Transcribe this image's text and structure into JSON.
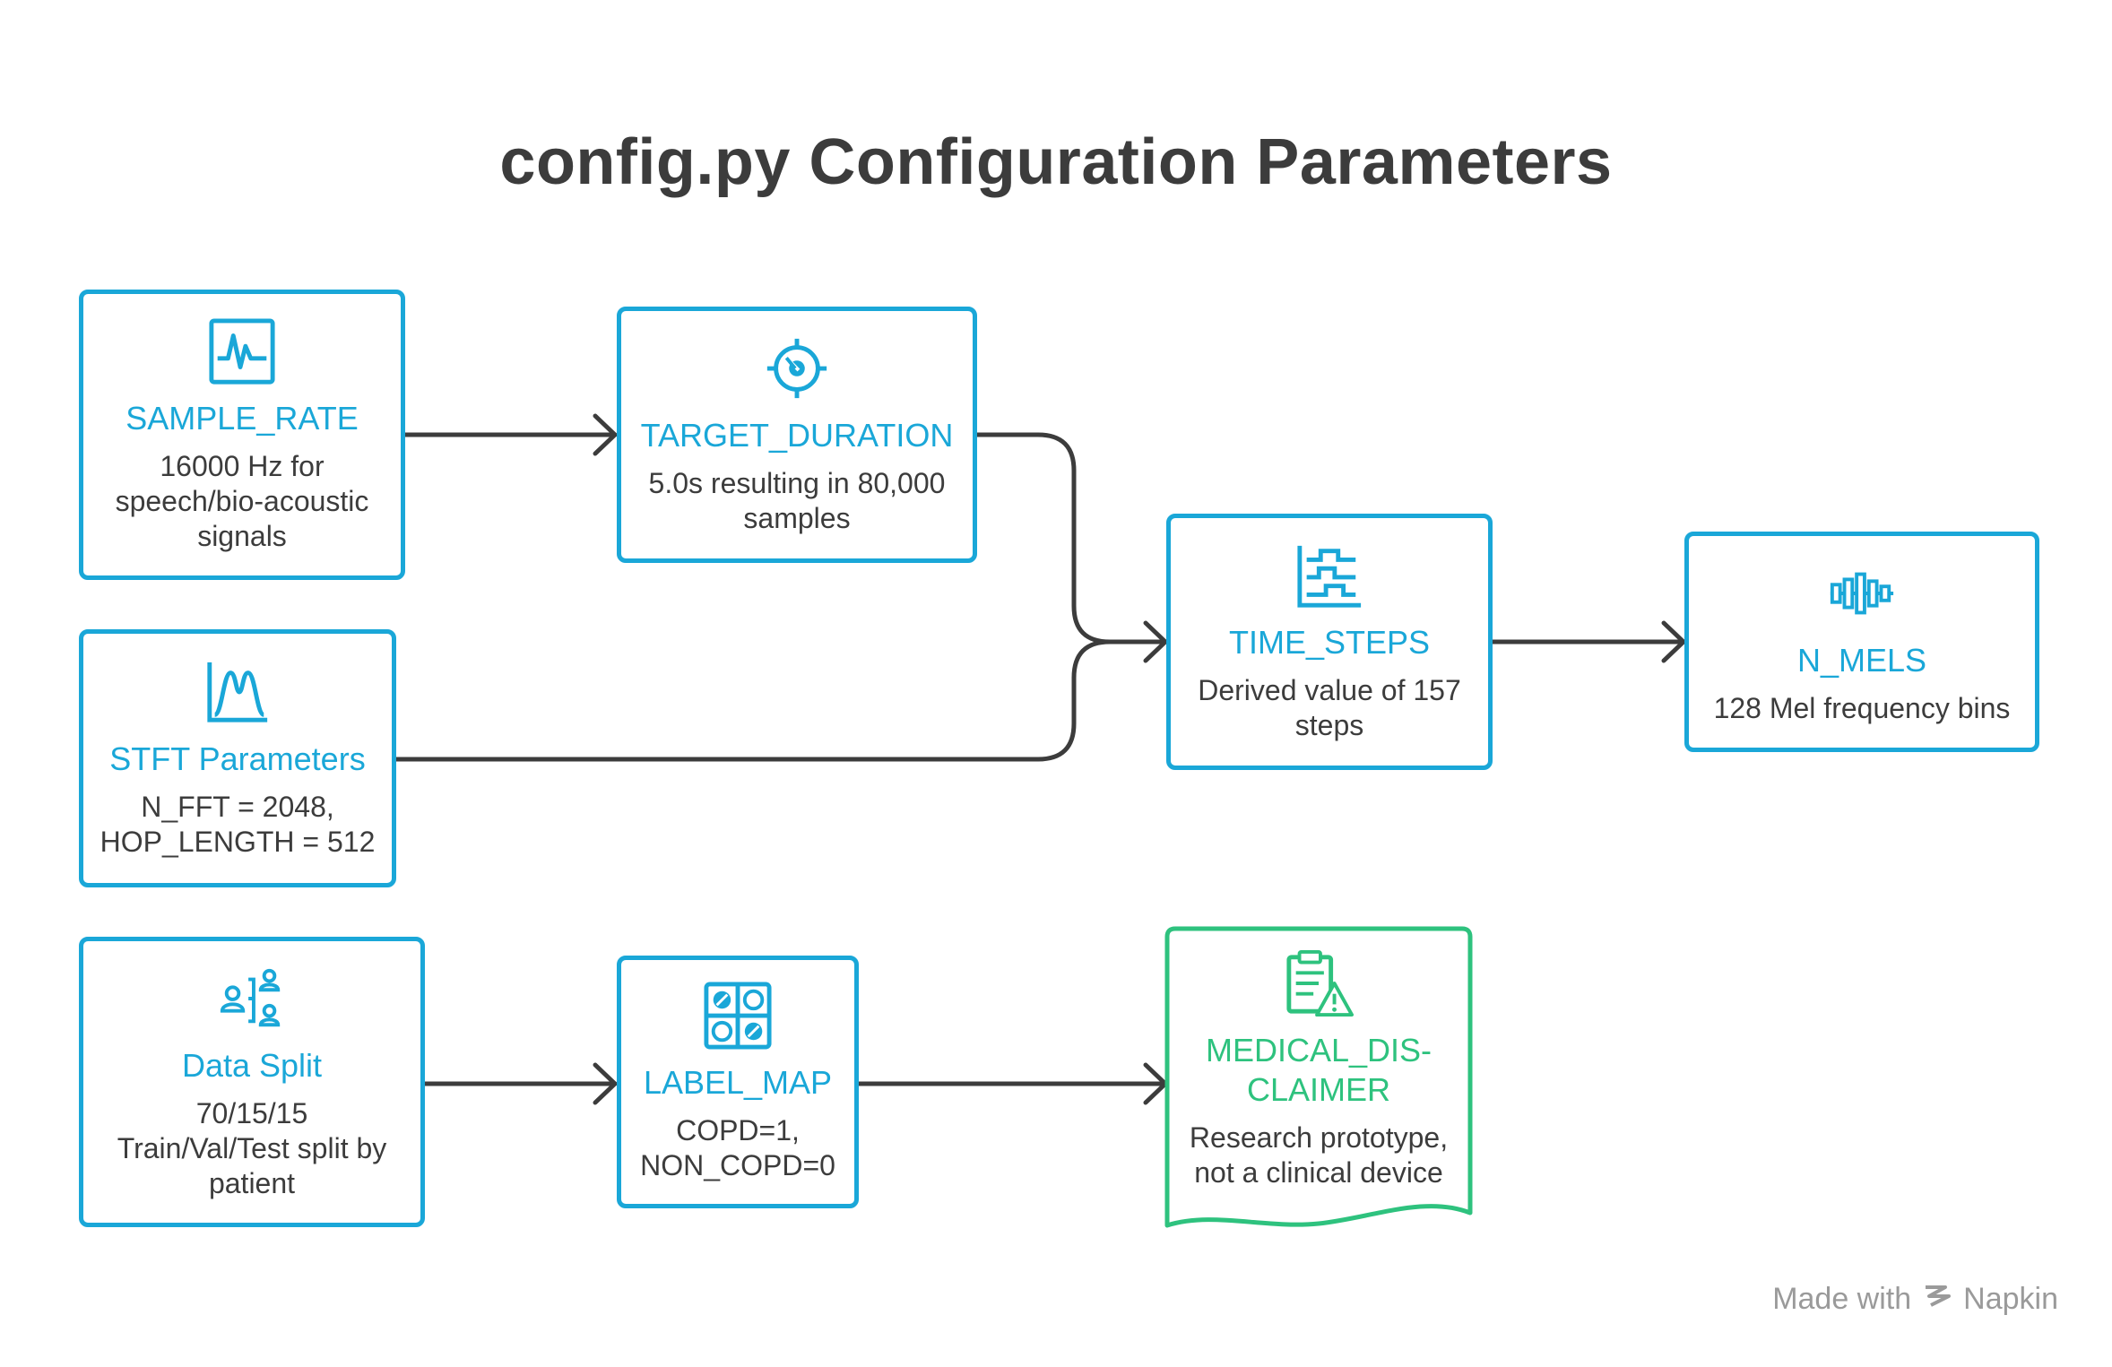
{
  "title": "config.py Configuration Parameters",
  "nodes": {
    "sample_rate": {
      "name": "SAMPLE_RATE",
      "desc": "16000 Hz for\nspeech/bio-acoustic\nsignals",
      "icon": "waveform-icon"
    },
    "target_duration": {
      "name": "TARGET_DURATION",
      "desc": "5.0s resulting in 80,000\nsamples",
      "icon": "target-icon"
    },
    "stft": {
      "name": "STFT Parameters",
      "desc": "N_FFT = 2048,\nHOP_LENGTH = 512",
      "icon": "bell-curve-chart-icon"
    },
    "time_steps": {
      "name": "TIME_STEPS",
      "desc": "Derived value of 157\nsteps",
      "icon": "step-chart-icon"
    },
    "n_mels": {
      "name": "N_MELS",
      "desc": "128 Mel frequency bins",
      "icon": "frequency-bins-icon"
    },
    "data_split": {
      "name": "Data Split",
      "desc": "70/15/15\nTrain/Val/Test split by\npatient",
      "icon": "user-split-icon"
    },
    "label_map": {
      "name": "LABEL_MAP",
      "desc": "COPD=1,\nNON_COPD=0",
      "icon": "label-grid-icon"
    },
    "disclaimer": {
      "name": "MEDICAL_DIS-\nCLAIMER",
      "desc": "Research prototype,\nnot a clinical device",
      "icon": "clipboard-warning-icon"
    }
  },
  "colors": {
    "primary": "#1aa7d8",
    "accent_green": "#2ec27e",
    "text": "#3c3c3c",
    "arrow": "#3c3c3c",
    "watermark": "#9a9a9a"
  },
  "watermark": {
    "prefix": "Made with",
    "brand": "Napkin"
  }
}
